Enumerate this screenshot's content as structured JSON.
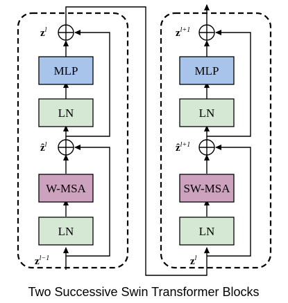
{
  "blocks": [
    {
      "layers": {
        "ln_top": "LN",
        "attention": "W-MSA",
        "ln_mid": "LN",
        "mlp": "MLP"
      },
      "input": {
        "base": "z",
        "sup": "l−1"
      },
      "mid": {
        "base": "ẑ",
        "sup": "l"
      },
      "output": {
        "base": "z",
        "sup": "l"
      }
    },
    {
      "layers": {
        "ln_top": "LN",
        "attention": "SW-MSA",
        "ln_mid": "LN",
        "mlp": "MLP"
      },
      "input": {
        "base": "z",
        "sup": "l"
      },
      "mid": {
        "base": "ẑ",
        "sup": "l+1"
      },
      "output": {
        "base": "z",
        "sup": "l+1"
      }
    }
  ],
  "caption": "Two Successive Swin Transformer Blocks",
  "colors": {
    "mlp": "#a9c4eb",
    "ln": "#d5e8d4",
    "attention": "#cda2be",
    "stroke": "#000000"
  }
}
